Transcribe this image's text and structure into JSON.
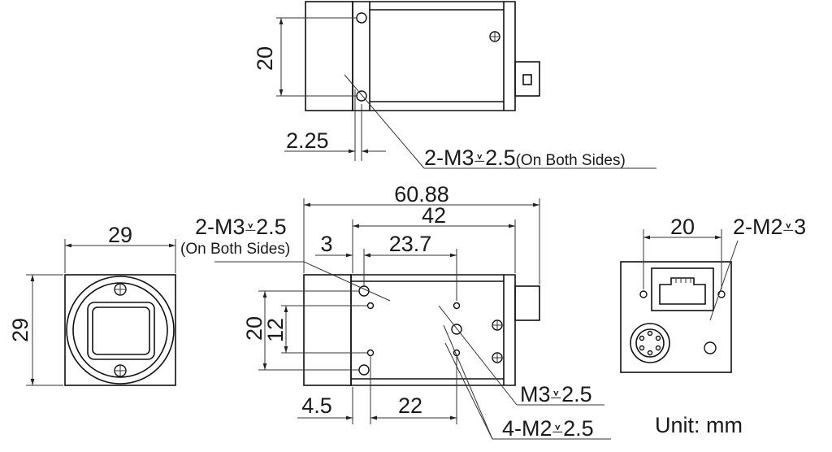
{
  "side_view": {
    "dim_height": "20",
    "dim_offset": "2.25",
    "callout_main": "2-M3",
    "callout_depth": "2.5",
    "callout_note": "(On Both Sides)"
  },
  "front_view": {
    "dim_width": "29",
    "dim_height": "29"
  },
  "top_view": {
    "dim_total": "60.88",
    "dim_body": "42",
    "dim_3": "3",
    "dim_23_7": "23.7",
    "dim_20": "20",
    "dim_12": "12",
    "dim_4_5": "4.5",
    "dim_22": "22",
    "callout_left_main": "2-M3",
    "callout_left_depth": "2.5",
    "callout_left_note": "(On Both Sides)",
    "callout_m3": "M3",
    "callout_m3_depth": "2.5",
    "callout_m2": "4-M2",
    "callout_m2_depth": "2.5"
  },
  "rear_view": {
    "dim_20": "20",
    "callout_main": "2-M2",
    "callout_depth": "3"
  },
  "unit_label": "Unit: mm"
}
